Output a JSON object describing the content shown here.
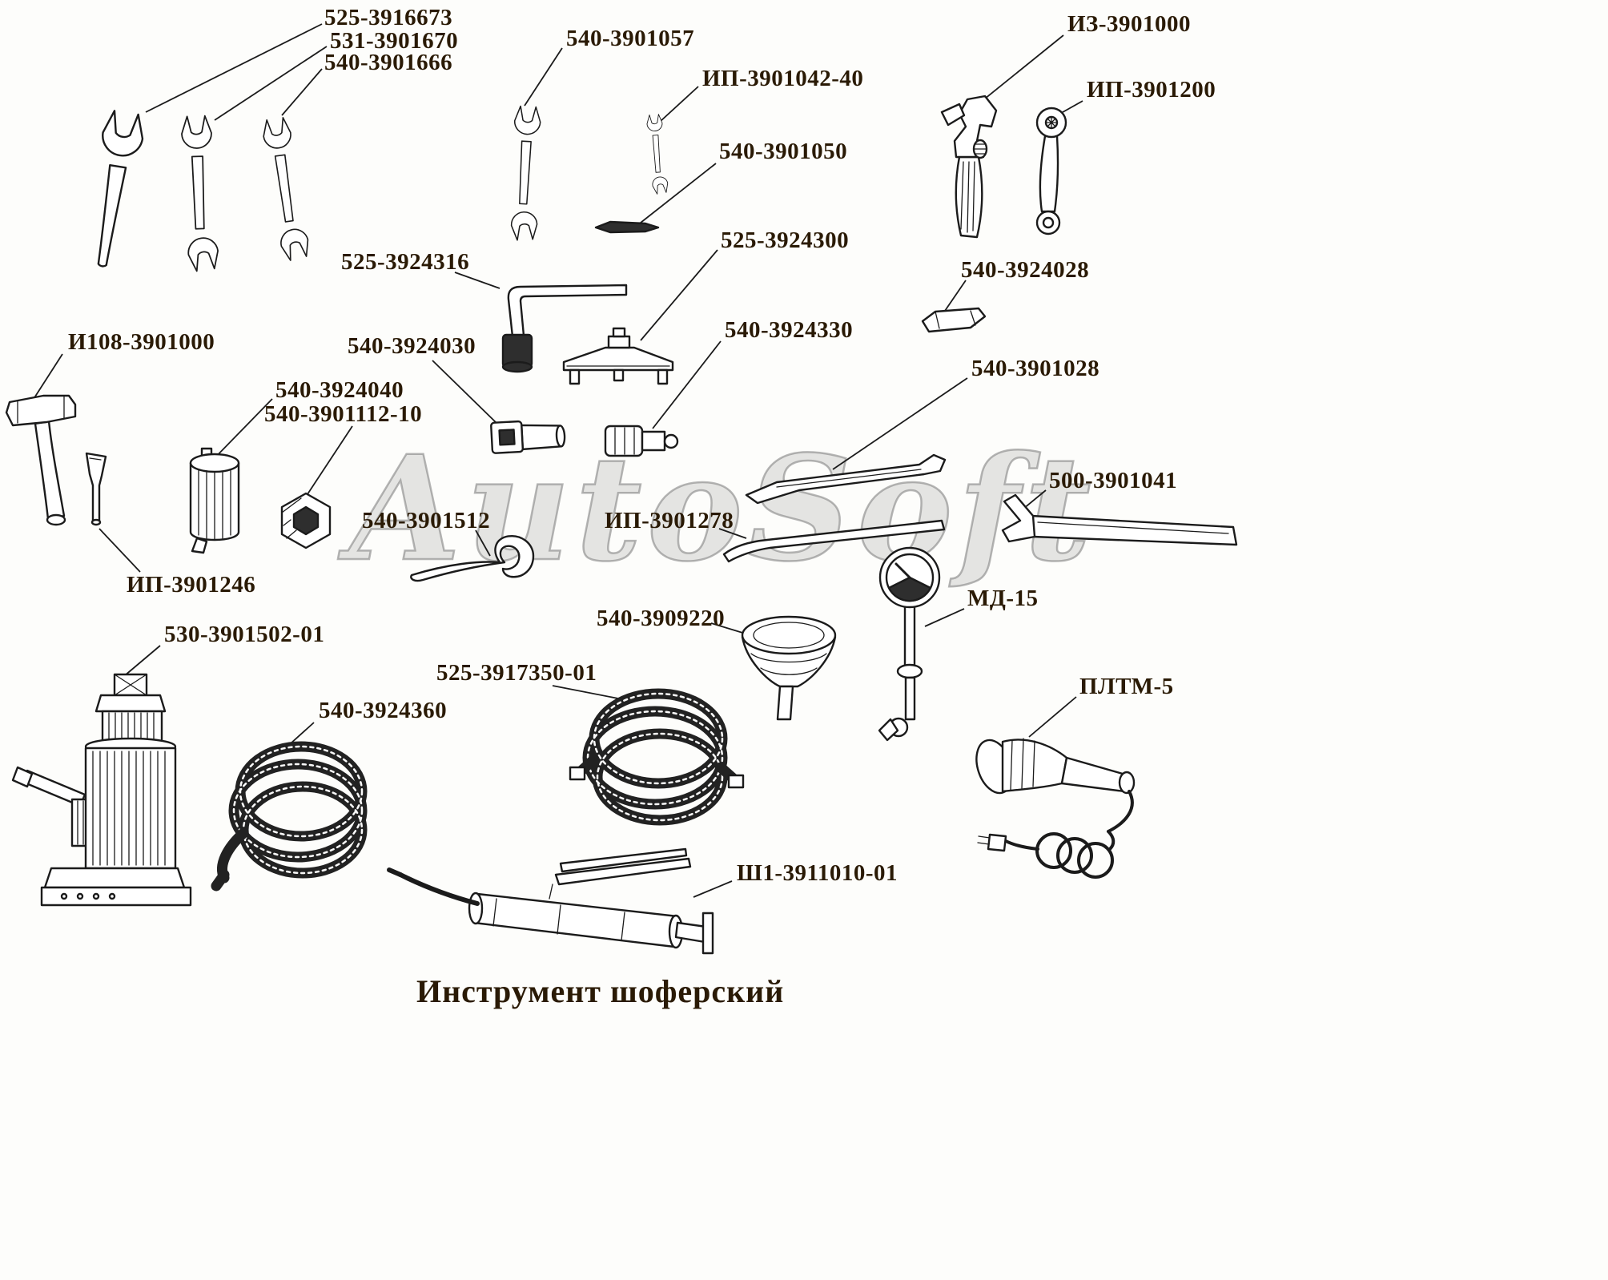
{
  "watermark": "AutoSoft",
  "title": "Инструмент шоферский",
  "labels": [
    {
      "part_number": "525-3916673",
      "tool": "open-end-wrench"
    },
    {
      "part_number": "531-3901670",
      "tool": "double-open-end-wrench"
    },
    {
      "part_number": "540-3901666",
      "tool": "double-open-end-wrench"
    },
    {
      "part_number": "540-3901057",
      "tool": "double-open-end-wrench"
    },
    {
      "part_number": "ИП-3901042-40",
      "tool": "small-open-end-wrench"
    },
    {
      "part_number": "540-3901050",
      "tool": "screwdriver-bit"
    },
    {
      "part_number": "ИЗ-3901000",
      "tool": "adjustable-wrench"
    },
    {
      "part_number": "ИП-3901200",
      "tool": "socket-head-wrench"
    },
    {
      "part_number": "525-3924316",
      "tool": "l-shaped-socket-wrench"
    },
    {
      "part_number": "525-3924300",
      "tool": "puller-bar"
    },
    {
      "part_number": "540-3924028",
      "tool": "drift-key"
    },
    {
      "part_number": "540-3924330",
      "tool": "socket-adapter"
    },
    {
      "part_number": "540-3901028",
      "tool": "mounting-pry-bar"
    },
    {
      "part_number": "И108-3901000",
      "tool": "hammer"
    },
    {
      "part_number": "540-3924040",
      "tool": "tube-socket"
    },
    {
      "part_number": "540-3901112-10",
      "tool": "hex-socket"
    },
    {
      "part_number": "540-3924030",
      "tool": "square-drive-socket"
    },
    {
      "part_number": "540-3901512",
      "tool": "hook-wrench"
    },
    {
      "part_number": "ИП-3901278",
      "tool": "tire-iron"
    },
    {
      "part_number": "500-3901041",
      "tool": "wheel-nut-wrench"
    },
    {
      "part_number": "ИП-3901246",
      "tool": "screwdriver"
    },
    {
      "part_number": "530-3901502-01",
      "tool": "hydraulic-bottle-jack"
    },
    {
      "part_number": "540-3909220",
      "tool": "funnel"
    },
    {
      "part_number": "МД-15",
      "tool": "tire-pressure-gauge"
    },
    {
      "part_number": "525-3917350-01",
      "tool": "coiled-hose"
    },
    {
      "part_number": "540-3924360",
      "tool": "coiled-hose"
    },
    {
      "part_number": "ПЛТМ-5",
      "tool": "portable-inspection-lamp"
    },
    {
      "part_number": "Ш1-3911010-01",
      "tool": "grease-gun"
    }
  ]
}
